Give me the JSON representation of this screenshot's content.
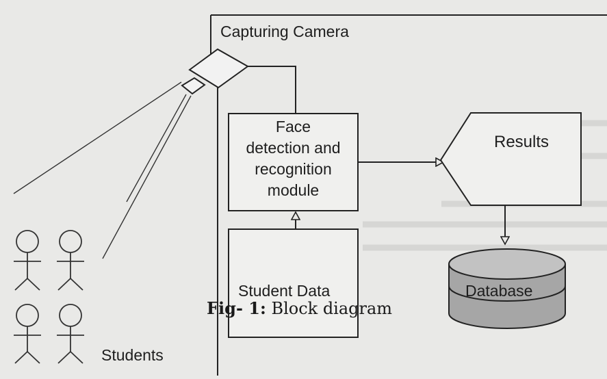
{
  "diagram": {
    "camera_label": "Capturing Camera",
    "face_module_label": "Face\ndetection and\nrecognition\nmodule",
    "results_label": "Results",
    "student_data_label": "Student Data",
    "database_label": "Database",
    "students_label": "Students"
  },
  "caption": {
    "prefix": "Fig- 1:",
    "text": " Block diagram"
  },
  "colors": {
    "background": "#e9e9e7",
    "line": "#222222",
    "database_fill": "#a8a8a8",
    "database_top": "#c4c4c4"
  }
}
